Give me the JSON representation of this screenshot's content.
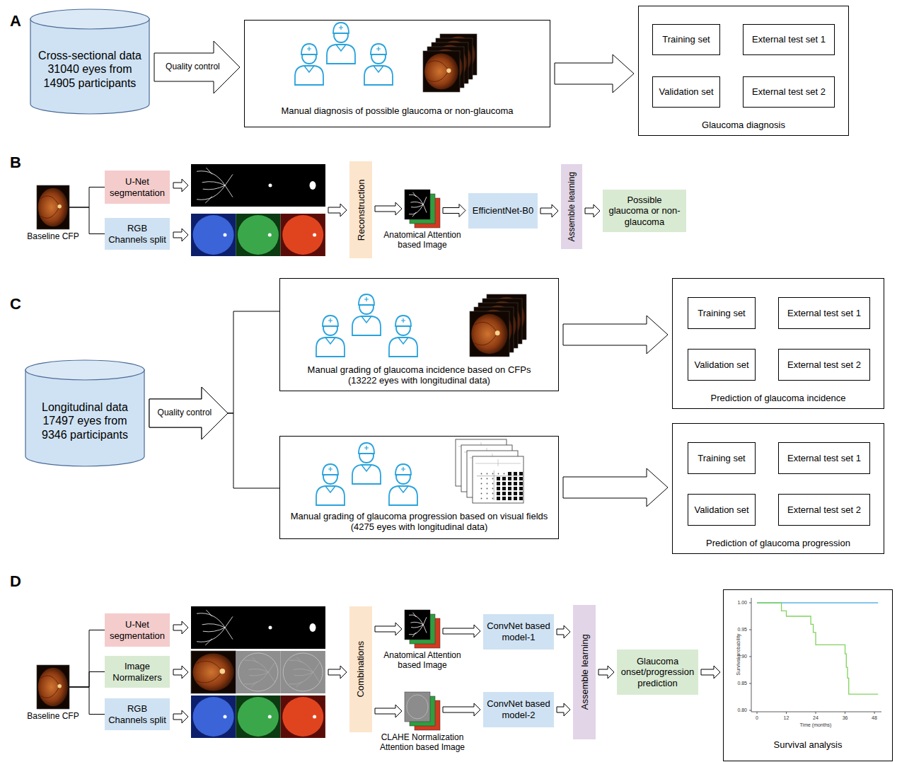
{
  "diagram": {
    "nodes": [
      {
        "text": [
          "Cross-sectional data 31040 eyes from 14905 participants"
        ]
      },
      {
        "text": [
          "Manual diagnosis of possible glaucoma or non-glaucoma"
        ]
      },
      {
        "text": [
          "Glaucoma diagnosis"
        ]
      },
      {
        "text": [
          "Training set"
        ],
        "in": 2
      },
      {
        "text": [
          "External test set 1"
        ],
        "in": 2
      },
      {
        "text": [
          "Validation set"
        ],
        "in": 2
      },
      {
        "text": [
          "External test set 2"
        ],
        "in": 2
      },
      {
        "text": [
          "Baseline CFP"
        ]
      },
      {
        "text": [
          "U-Net segmentation"
        ]
      },
      {
        "text": [
          "RGB Channels split"
        ]
      },
      {
        "text": [
          "Reconstruction"
        ]
      },
      {
        "text": [
          "Anatomical Attention based Image"
        ]
      },
      {
        "text": [
          "EfficientNet-B0"
        ]
      },
      {
        "text": [
          "Assemble learning"
        ]
      },
      {
        "text": [
          "Possible glaucoma or non-glaucoma"
        ]
      },
      {
        "text": [
          "Longitudinal data 17497 eyes from 9346 participants"
        ]
      },
      {
        "text": [
          "Manual grading of glaucoma incidence based on CFPs (13222 eyes with longitudinal data)"
        ]
      },
      {
        "text": [
          "Manual grading of glaucoma progression based on visual fields (4275 eyes with longitudinal data)"
        ]
      },
      {
        "text": [
          "Prediction of glaucoma incidence"
        ]
      },
      {
        "text": [
          "Training set"
        ],
        "in": 18
      },
      {
        "text": [
          "External test set 1"
        ],
        "in": 18
      },
      {
        "text": [
          "Validation set"
        ],
        "in": 18
      },
      {
        "text": [
          "External test set 2"
        ],
        "in": 18
      },
      {
        "text": [
          "Prediction of glaucoma progression"
        ]
      },
      {
        "text": [
          "Training set"
        ],
        "in": 23
      },
      {
        "text": [
          "External test set 1"
        ],
        "in": 23
      },
      {
        "text": [
          "Validation set"
        ],
        "in": 23
      },
      {
        "text": [
          "External test set 2"
        ],
        "in": 23
      },
      {
        "text": [
          "Baseline CFP"
        ]
      },
      {
        "text": [
          "U-Net segmentation"
        ]
      },
      {
        "text": [
          "Image Normalizers"
        ]
      },
      {
        "text": [
          "RGB Channels split"
        ]
      },
      {
        "text": [
          "Combinations"
        ]
      },
      {
        "text": [
          "Anatomical Attention based Image"
        ]
      },
      {
        "text": [
          "CLAHE Normalization Attention based Image"
        ]
      },
      {
        "text": [
          "ConvNet based model-1"
        ]
      },
      {
        "text": [
          "ConvNet based model-2"
        ]
      },
      {
        "text": [
          "Assemble learning"
        ]
      },
      {
        "text": [
          "Glaucoma onset/progression prediction"
        ]
      },
      {
        "text": [
          "Survival analysis"
        ]
      }
    ],
    "edges": [
      {
        "from": 0,
        "to": 1,
        "arrow": "to",
        "label": "Quality control"
      },
      {
        "from": 1,
        "to": 2,
        "arrow": "to"
      },
      {
        "from": 7,
        "to": 8,
        "arrow": "none"
      },
      {
        "from": 7,
        "to": 9,
        "arrow": "none"
      },
      {
        "from": 10,
        "to": 11,
        "arrow": "to"
      },
      {
        "from": 11,
        "to": 12,
        "arrow": "to"
      },
      {
        "from": 12,
        "to": 13,
        "arrow": "to"
      },
      {
        "from": 13,
        "to": 14,
        "arrow": "to"
      },
      {
        "from": 15,
        "to": 16,
        "arrow": "to",
        "label": "Quality control"
      },
      {
        "from": 15,
        "to": 17,
        "arrow": "to"
      },
      {
        "from": 16,
        "to": 18,
        "arrow": "to"
      },
      {
        "from": 17,
        "to": 23,
        "arrow": "to"
      },
      {
        "from": 28,
        "to": 29,
        "arrow": "none"
      },
      {
        "from": 28,
        "to": 30,
        "arrow": "none"
      },
      {
        "from": 28,
        "to": 31,
        "arrow": "none"
      },
      {
        "from": 32,
        "to": 33,
        "arrow": "to"
      },
      {
        "from": 32,
        "to": 34,
        "arrow": "to"
      },
      {
        "from": 33,
        "to": 35,
        "arrow": "to"
      },
      {
        "from": 34,
        "to": 36,
        "arrow": "to"
      },
      {
        "from": 35,
        "to": 37,
        "arrow": "to"
      },
      {
        "from": 36,
        "to": 37,
        "arrow": "to"
      },
      {
        "from": 37,
        "to": 38,
        "arrow": "to"
      },
      {
        "from": 38,
        "to": 39,
        "arrow": "to"
      }
    ],
    "labels": [
      "A",
      "B",
      "C",
      "D",
      "1.00",
      "0.95",
      "0.90",
      "0.85",
      "0.80",
      "0",
      "12",
      "24",
      "36",
      "48",
      "Time (months)",
      "Survival probability"
    ]
  }
}
